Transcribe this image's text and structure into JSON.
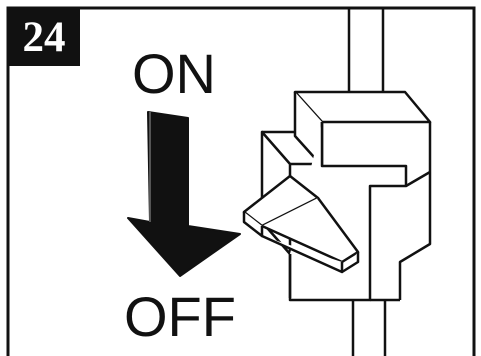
{
  "step_number": "24",
  "labels": {
    "on": "ON",
    "off": "OFF"
  },
  "colors": {
    "line": "#111111",
    "badge_fill": "#111111",
    "background": "#ffffff"
  }
}
